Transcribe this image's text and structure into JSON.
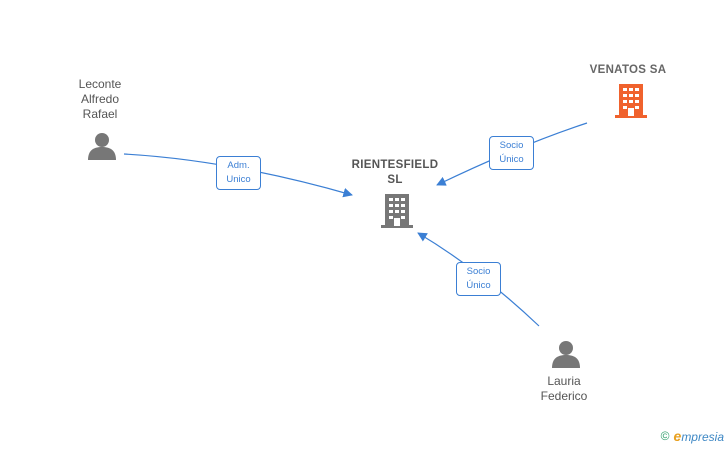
{
  "nodes": {
    "leconte": {
      "label_lines": [
        "Leconte",
        "Alfredo",
        "Rafael"
      ]
    },
    "rientesfield": {
      "label_lines": [
        "RIENTESFIELD",
        "SL"
      ]
    },
    "venatos": {
      "label_lines": [
        "VENATOS SA"
      ]
    },
    "lauria": {
      "label_lines": [
        "Lauria",
        "Federico"
      ]
    }
  },
  "edges": {
    "leconte_rientesfield": {
      "label_lines": [
        "Adm.",
        "Unico"
      ]
    },
    "venatos_rientesfield": {
      "label_lines": [
        "Socio",
        "Único"
      ]
    },
    "lauria_rientesfield": {
      "label_lines": [
        "Socio",
        "Único"
      ]
    }
  },
  "footer": {
    "copyright": "©",
    "brand_initial": "e",
    "brand_rest": "mpresia"
  },
  "colors": {
    "edge": "#3b7fd4",
    "person_icon": "#777777",
    "company_icon": "#777777",
    "highlight_company_icon": "#f0622d"
  },
  "icons": {
    "leconte": "person-icon",
    "lauria": "person-icon",
    "rientesfield": "building-icon",
    "venatos": "building-icon"
  }
}
